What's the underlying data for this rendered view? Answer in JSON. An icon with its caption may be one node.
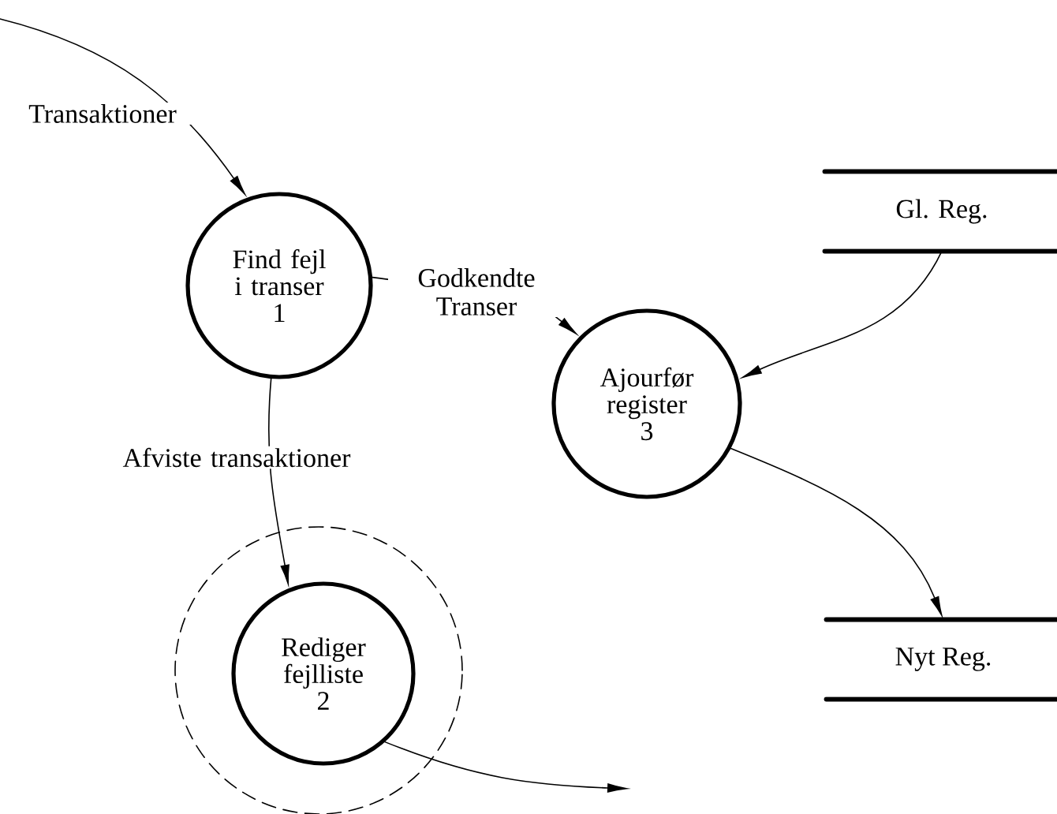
{
  "diagram": {
    "nodes": [
      {
        "text": [
          "Find fejl i transer",
          "1"
        ]
      },
      {
        "text": [],
        "shape": "circle"
      },
      {
        "text": [
          "Rediger fejlliste",
          "2"
        ],
        "in": 1
      },
      {
        "text": [
          "Ajourfør register",
          "3"
        ]
      },
      {
        "text": [
          "Gl. Reg."
        ]
      },
      {
        "text": [
          "Nyt Reg."
        ]
      }
    ],
    "edges": [
      {
        "from": null,
        "to": 0,
        "arrow": "to",
        "label": "Transaktioner"
      },
      {
        "from": 0,
        "to": 3,
        "arrow": "to",
        "label": "Godkendte Transer"
      },
      {
        "from": 0,
        "to": 2,
        "arrow": "to",
        "label": "Afviste transaktioner"
      },
      {
        "from": 4,
        "to": 3,
        "arrow": "to"
      },
      {
        "from": 3,
        "to": 5,
        "arrow": "to"
      },
      {
        "from": 2,
        "to": null,
        "arrow": "to"
      }
    ]
  }
}
